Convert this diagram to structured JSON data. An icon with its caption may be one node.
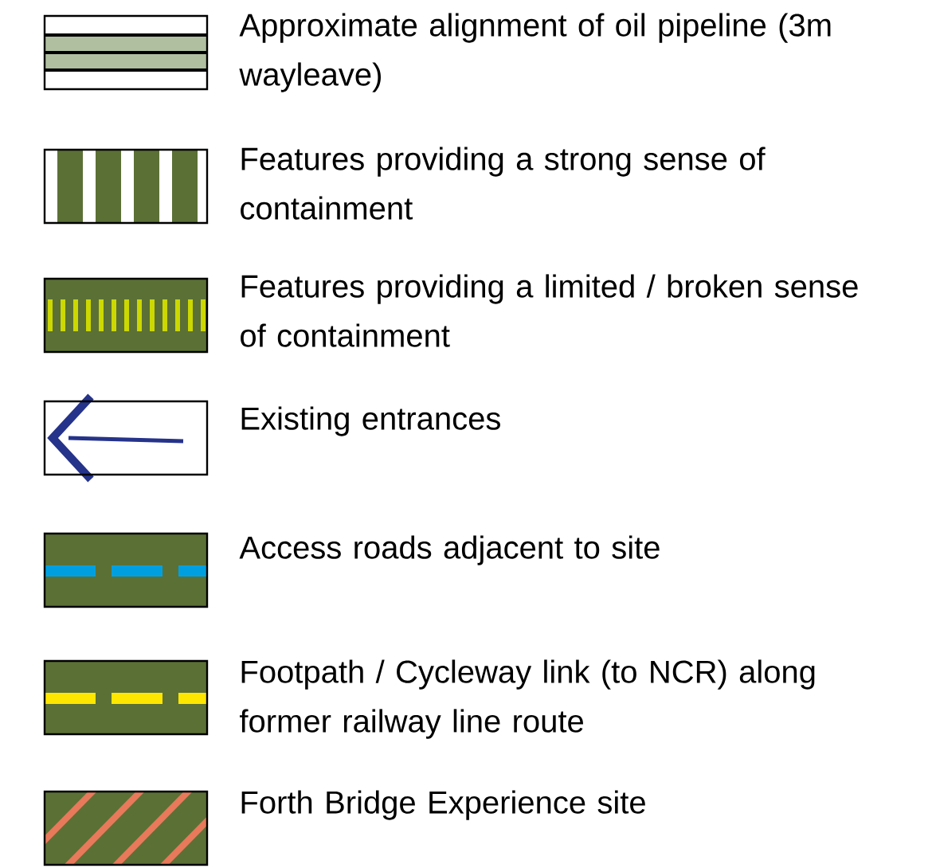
{
  "diagram": {
    "legend": [
      {
        "text": "Approximate alignment of oil pipeline (3m wayleave)"
      },
      {
        "text": "Features providing a strong sense of containment"
      },
      {
        "text": "Features providing a limited / broken sense of containment"
      },
      {
        "text": "Existing entrances"
      },
      {
        "text": "Access roads adjacent to site"
      },
      {
        "text": "Footpath / Cycleway link (to NCR) along former railway line route"
      },
      {
        "text": "Forth Bridge Experience site"
      }
    ]
  }
}
